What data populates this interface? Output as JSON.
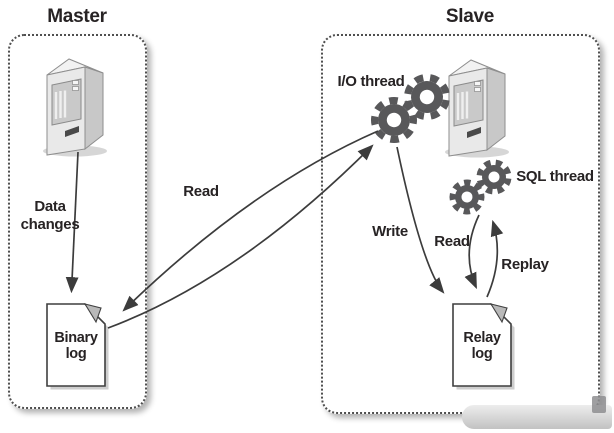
{
  "diagram": {
    "master": {
      "title": "Master",
      "data_changes_label": "Data\nchanges",
      "binary_log_label": "Binary\nlog"
    },
    "slave": {
      "title": "Slave",
      "io_thread_label": "I/O thread",
      "sql_thread_label": "SQL thread",
      "relay_log_label": "Relay\nlog"
    },
    "arrows": {
      "read_binlog": "Read",
      "write": "Write",
      "read_relay": "Read",
      "replay": "Replay"
    },
    "icons": {
      "master_server": "server-tower-icon",
      "slave_server": "server-tower-icon",
      "io_thread": "gears-icon",
      "sql_thread": "gears-icon",
      "binary_log": "document-icon",
      "relay_log": "document-icon"
    },
    "colors": {
      "gear": "#58585a",
      "line": "#3c3c3c",
      "text": "#272324",
      "border": "#4f4f4f",
      "watermark": "#c2c2c2"
    }
  }
}
